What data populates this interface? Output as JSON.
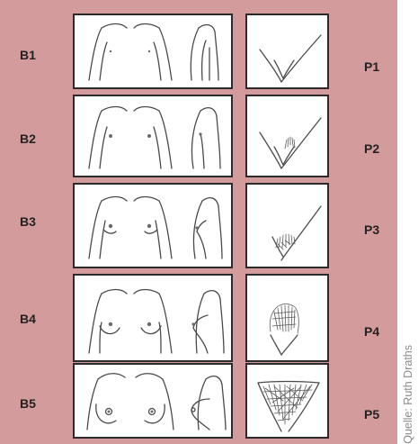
{
  "breast_stages": [
    "B1",
    "B2",
    "B3",
    "B4",
    "B5"
  ],
  "pubic_stages": [
    "P1",
    "P2",
    "P3",
    "P4",
    "P5"
  ],
  "credit": "Quelle: Ruth Draths"
}
